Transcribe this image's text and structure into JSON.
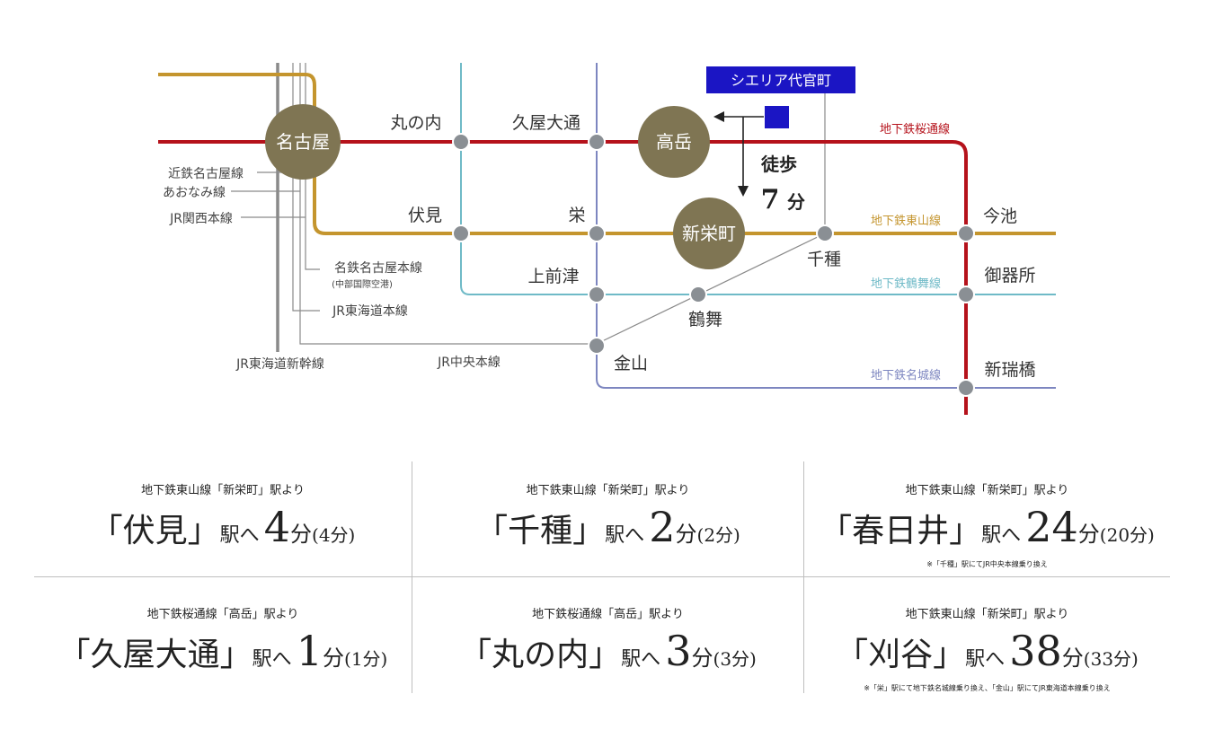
{
  "map": {
    "property_label": "シエリア代官町",
    "walk": {
      "label": "徒歩",
      "minutes": "7",
      "unit": "分"
    },
    "stations": {
      "nagoya": "名古屋",
      "takaoka": "高岳",
      "shinsakaemachi": "新栄町",
      "marunouchi": "丸の内",
      "hisayaodori": "久屋大通",
      "fushimi": "伏見",
      "sakae": "栄",
      "kamimaezu": "上前津",
      "tsurumai": "鶴舞",
      "kanayama": "金山",
      "chikusa": "千種",
      "imaike": "今池",
      "gokiso": "御器所",
      "aratamabashi": "新瑞橋"
    },
    "lines": {
      "sakuradori": "地下鉄桜通線",
      "higashiyama": "地下鉄東山線",
      "tsurumai": "地下鉄鶴舞線",
      "meijo": "地下鉄名城線",
      "kintetsu": "近鉄名古屋線",
      "aonami": "あおなみ線",
      "jr_kansai": "JR関西本線",
      "meitetsu": "名鉄名古屋本線",
      "meitetsu_sub": "(中部国際空港)",
      "jr_tokaido": "JR東海道本線",
      "jr_shinkansen": "JR東海道新幹線",
      "jr_chuo": "JR中央本線"
    },
    "colors": {
      "sakuradori": "#b5121b",
      "higashiyama": "#c4952e",
      "tsurumai": "#6fbac7",
      "meijo": "#7d86c0",
      "jr": "#8a8a8a",
      "major_station": "#7f7553",
      "property": "#1b15c4"
    }
  },
  "times": [
    {
      "from": "地下鉄東山線「新栄町」駅より",
      "station": "「伏見」",
      "to": "駅へ",
      "minutes": "4",
      "unit": "分",
      "alt": "(4分)",
      "note": ""
    },
    {
      "from": "地下鉄東山線「新栄町」駅より",
      "station": "「千種」",
      "to": "駅へ",
      "minutes": "2",
      "unit": "分",
      "alt": "(2分)",
      "note": ""
    },
    {
      "from": "地下鉄東山線「新栄町」駅より",
      "station": "「春日井」",
      "to": "駅へ",
      "minutes": "24",
      "unit": "分",
      "alt": "(20分)",
      "note": "※「千種」駅にてJR中央本線乗り換え"
    },
    {
      "from": "地下鉄桜通線「高岳」駅より",
      "station": "「久屋大通」",
      "to": "駅へ",
      "minutes": "1",
      "unit": "分",
      "alt": "(1分)",
      "note": ""
    },
    {
      "from": "地下鉄桜通線「高岳」駅より",
      "station": "「丸の内」",
      "to": "駅へ",
      "minutes": "3",
      "unit": "分",
      "alt": "(3分)",
      "note": ""
    },
    {
      "from": "地下鉄東山線「新栄町」駅より",
      "station": "「刈谷」",
      "to": "駅へ",
      "minutes": "38",
      "unit": "分",
      "alt": "(33分)",
      "note": "※「栄」駅にて地下鉄名城線乗り換え、「金山」駅にてJR東海道本線乗り換え"
    }
  ]
}
